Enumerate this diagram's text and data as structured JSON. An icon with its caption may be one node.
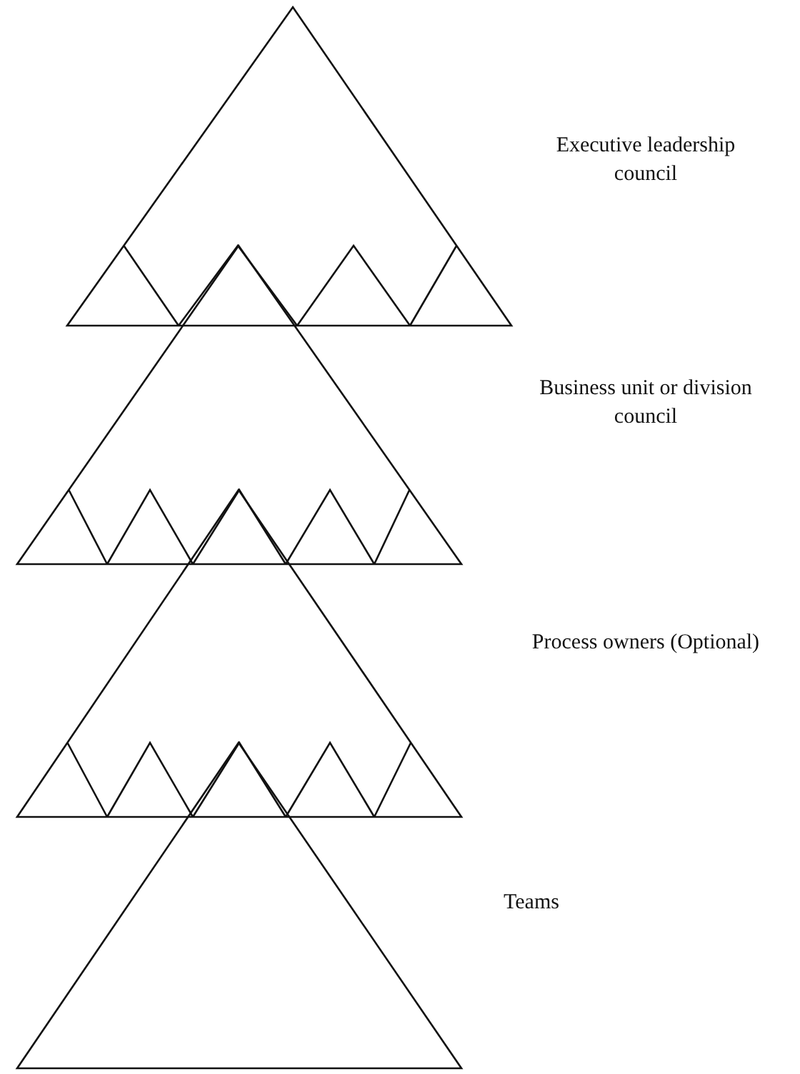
{
  "diagram": {
    "nodes": [
      {
        "text": [
          "Executive leadership council"
        ]
      },
      {
        "text": [
          "Business unit or division council"
        ]
      },
      {
        "text": [
          "Process owners (Optional)"
        ]
      },
      {
        "text": [
          "Teams"
        ]
      }
    ]
  }
}
